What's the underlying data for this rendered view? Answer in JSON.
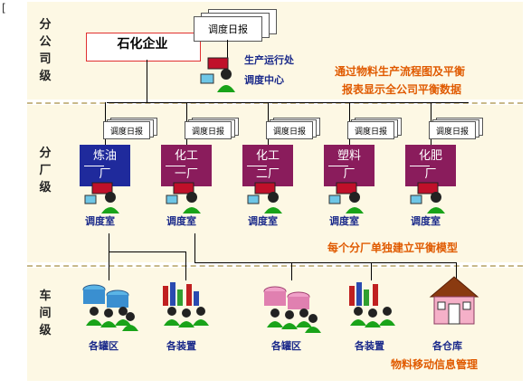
{
  "title": {
    "company": "石化企业",
    "report": "调度日报"
  },
  "levels": {
    "branch": "分公司级",
    "plant": "分厂级",
    "workshop": "车间级"
  },
  "branch_office": {
    "line1": "生产运行处",
    "line2": "调度中心"
  },
  "notes": {
    "company": [
      "通过物料生产流程图及平衡",
      "报表显示全公司平衡数据"
    ],
    "plant": "每个分厂单独建立平衡模型",
    "workshop": "物料移动信息管理"
  },
  "plants": [
    {
      "line1": "炼油",
      "line2": "厂",
      "color": "#1f2a9c",
      "report": "调度日报",
      "room": "调度室"
    },
    {
      "line1": "化工",
      "line2": "一厂",
      "color": "#8a1c5c",
      "report": "调度日报",
      "room": "调度室"
    },
    {
      "line1": "化工",
      "line2": "二厂",
      "color": "#8a1c5c",
      "report": "调度日报",
      "room": "调度室"
    },
    {
      "line1": "塑料",
      "line2": "厂",
      "color": "#8a1c5c",
      "report": "调度日报",
      "room": "调度室"
    },
    {
      "line1": "化肥",
      "line2": "厂",
      "color": "#8a1c5c",
      "report": "调度日报",
      "room": "调度室"
    }
  ],
  "workshops": [
    {
      "label": "各罐区",
      "icon": "tank-farm-icon"
    },
    {
      "label": "各装置",
      "icon": "process-unit-icon"
    },
    {
      "label": "各罐区",
      "icon": "tank-farm-icon"
    },
    {
      "label": "各装置",
      "icon": "process-unit-icon"
    },
    {
      "label": "各仓库",
      "icon": "warehouse-icon"
    }
  ],
  "colors": {
    "band": "#fdf8e4",
    "note": "#e05a00",
    "caption": "#1b2a8a",
    "refinery": "#1f2a9c",
    "chemical": "#8a1c5c",
    "company_border": "#e03030"
  }
}
